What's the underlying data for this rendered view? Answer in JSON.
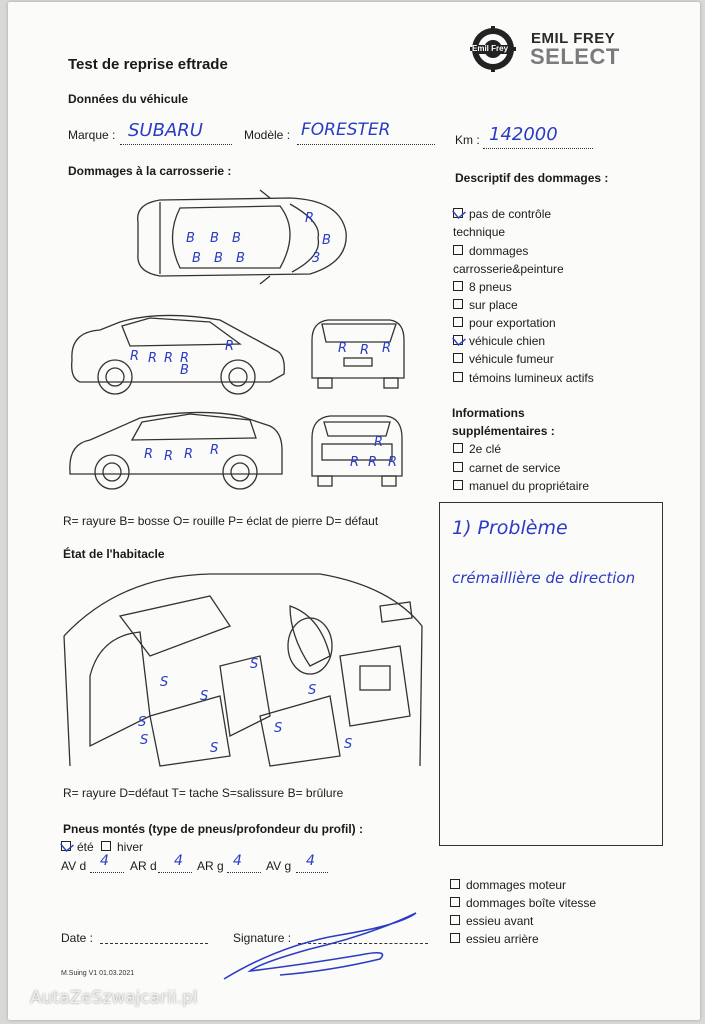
{
  "header": {
    "title": "Test de reprise eftrade",
    "logo_small": "Emil Frey",
    "logo_line1": "EMIL FREY",
    "logo_line2": "SELECT"
  },
  "vehicle": {
    "heading": "Données du véhicule",
    "marque_label": "Marque :",
    "marque_value": "SUBARU",
    "modele_label": "Modèle :",
    "modele_value": "FORESTER",
    "km_label": "Km :",
    "km_value": "142000"
  },
  "body_damage": {
    "heading": "Dommages à la carrosserie :",
    "legend": "R= rayure B= bosse O= rouille P= éclat de pierre D= défaut"
  },
  "damage_desc": {
    "heading": "Descriptif des dommages :",
    "items": [
      {
        "label": "pas de contrôle",
        "checked": true
      },
      {
        "label": "technique",
        "checked": false
      },
      {
        "label": "dommages",
        "checked": false
      },
      {
        "label": "carrosserie&peinture",
        "checked": false
      },
      {
        "label": "8 pneus",
        "checked": false
      },
      {
        "label": "sur place",
        "checked": false
      },
      {
        "label": "pour exportation",
        "checked": false
      },
      {
        "label": "véhicule chien",
        "checked": true
      },
      {
        "label": "véhicule fumeur",
        "checked": false
      },
      {
        "label": "témoins lumineux actifs",
        "checked": false
      }
    ]
  },
  "extra_info": {
    "heading1": "Informations",
    "heading2": "supplémentaires :",
    "items": [
      {
        "label": "2e clé"
      },
      {
        "label": "carnet de service"
      },
      {
        "label": "manuel du propriétaire"
      }
    ]
  },
  "notes": {
    "line1": "1) Problème",
    "line2": "crémaillière de direction"
  },
  "interior": {
    "heading": "État de l'habitacle",
    "legend": "R= rayure D=défaut T= tache S=salissure B= brûlure"
  },
  "tires": {
    "heading": "Pneus montés (type de pneus/profondeur du profil) :",
    "ete": "été",
    "hiver": "hiver",
    "avd_label": "AV d",
    "avd_value": "4",
    "ard_label": "AR d",
    "ard_value": "4",
    "arg_label": "AR g",
    "arg_value": "4",
    "avg_label": "AV g",
    "avg_value": "4"
  },
  "mechanical": {
    "items": [
      {
        "label": "dommages moteur"
      },
      {
        "label": "dommages boîte vitesse"
      },
      {
        "label": "essieu avant"
      },
      {
        "label": "essieu arrière"
      }
    ]
  },
  "footer": {
    "date_label": "Date :",
    "signature_label": "Signature :",
    "version": "M.Suing V1 01.03.2021",
    "watermark": "AutaZeSzwajcarii.pl"
  }
}
